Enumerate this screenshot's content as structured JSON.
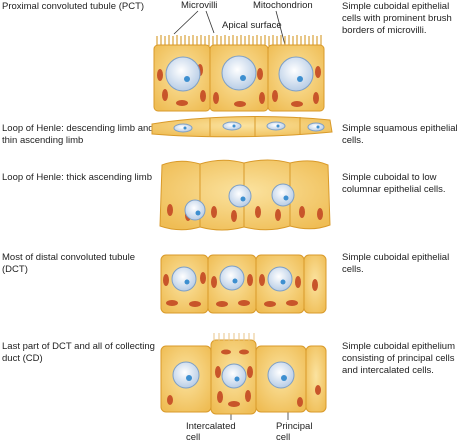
{
  "callouts": {
    "microvilli": "Microvilli",
    "mitochondrion": "Mitochondrion",
    "apical_surface": "Apical surface",
    "intercalated_cell": "Intercalated cell",
    "principal_cell": "Principal cell"
  },
  "rows": [
    {
      "segment": "Proximal convoluted tubule (PCT)",
      "description": "Simple cuboidal epithelial cells with prominent brush borders of microvilli."
    },
    {
      "segment": "Loop of Henle: descending limb and thin ascending limb",
      "description": "Simple squamous epithelial cells."
    },
    {
      "segment": "Loop of Henle: thick ascending limb",
      "description": "Simple cuboidal to low columnar epithelial cells."
    },
    {
      "segment": "Most of distal convoluted tubule (DCT)",
      "description": "Simple cuboidal epithelial cells."
    },
    {
      "segment": "Last part of DCT and all of collecting duct (CD)",
      "description": "Simple cuboidal epithelium consisting of principal cells and intercalated cells."
    }
  ],
  "colors": {
    "cytoplasm": "#f6cd6e",
    "cell_border": "#d99a2a",
    "nucleus": "#c9d9ee",
    "nucleolus": "#3d8fd0",
    "mitochondria": "#c8552a"
  }
}
